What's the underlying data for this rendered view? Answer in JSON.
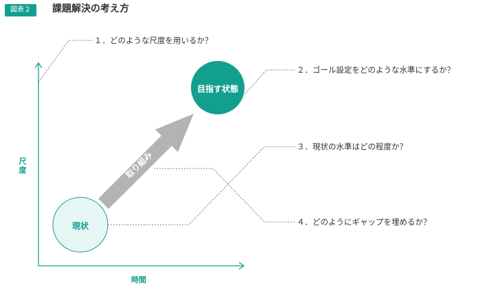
{
  "header": {
    "badge": "図表２",
    "title": "課題解決の考え方"
  },
  "axes": {
    "y_label": "尺度",
    "x_label": "時間"
  },
  "nodes": {
    "goal": "目指す状態",
    "current": "現状",
    "action": "取り組み"
  },
  "questions": [
    "１．どのような尺度を用いるか？",
    "２．ゴール設定をどのような水準にするか？",
    "３．現状の水準はどの程度か？",
    "４．どのようにギャップを埋めるか？"
  ],
  "colors": {
    "accent": "#139f8f",
    "current_fill": "#e6f6f3",
    "arrow": "#b3b3b3",
    "text": "#333333"
  }
}
